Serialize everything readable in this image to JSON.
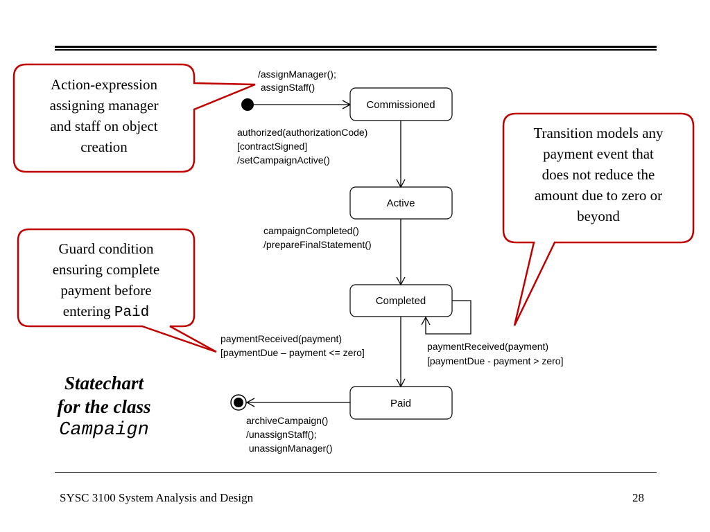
{
  "title": {
    "line1": "Statechart",
    "line2": "for the class",
    "line3": "Campaign"
  },
  "states": {
    "commissioned": "Commissioned",
    "active": "Active",
    "completed": "Completed",
    "paid": "Paid"
  },
  "transitions": {
    "initial": [
      "/assignManager();",
      " assignStaff()"
    ],
    "commissioned_to_active": [
      "authorized(authorizationCode)",
      "[contractSigned]",
      "/setCampaignActive()"
    ],
    "active_to_completed": [
      "campaignCompleted()",
      "/prepareFinalStatement()"
    ],
    "completed_to_paid": [
      "paymentReceived(payment)",
      "[paymentDue – payment <= zero]"
    ],
    "completed_self": [
      "paymentReceived(payment)",
      "[paymentDue - payment > zero]"
    ],
    "paid_to_final": [
      "archiveCampaign()",
      "/unassignStaff();",
      " unassignManager()"
    ]
  },
  "callouts": {
    "action_expression": [
      "Action-expression",
      "assigning manager",
      "and staff on object",
      "creation"
    ],
    "transition_models": [
      "Transition models any",
      "payment event that",
      "does not reduce the",
      "amount due to zero or",
      "beyond"
    ],
    "guard_condition": {
      "lines": [
        "Guard condition",
        "ensuring complete",
        "payment before"
      ],
      "last_prefix": "entering ",
      "last_code": "Paid"
    }
  },
  "footer": {
    "course": "SYSC 3100 System Analysis and Design",
    "page": "28"
  },
  "colors": {
    "callout_border": "#c00000",
    "line": "#000000"
  }
}
